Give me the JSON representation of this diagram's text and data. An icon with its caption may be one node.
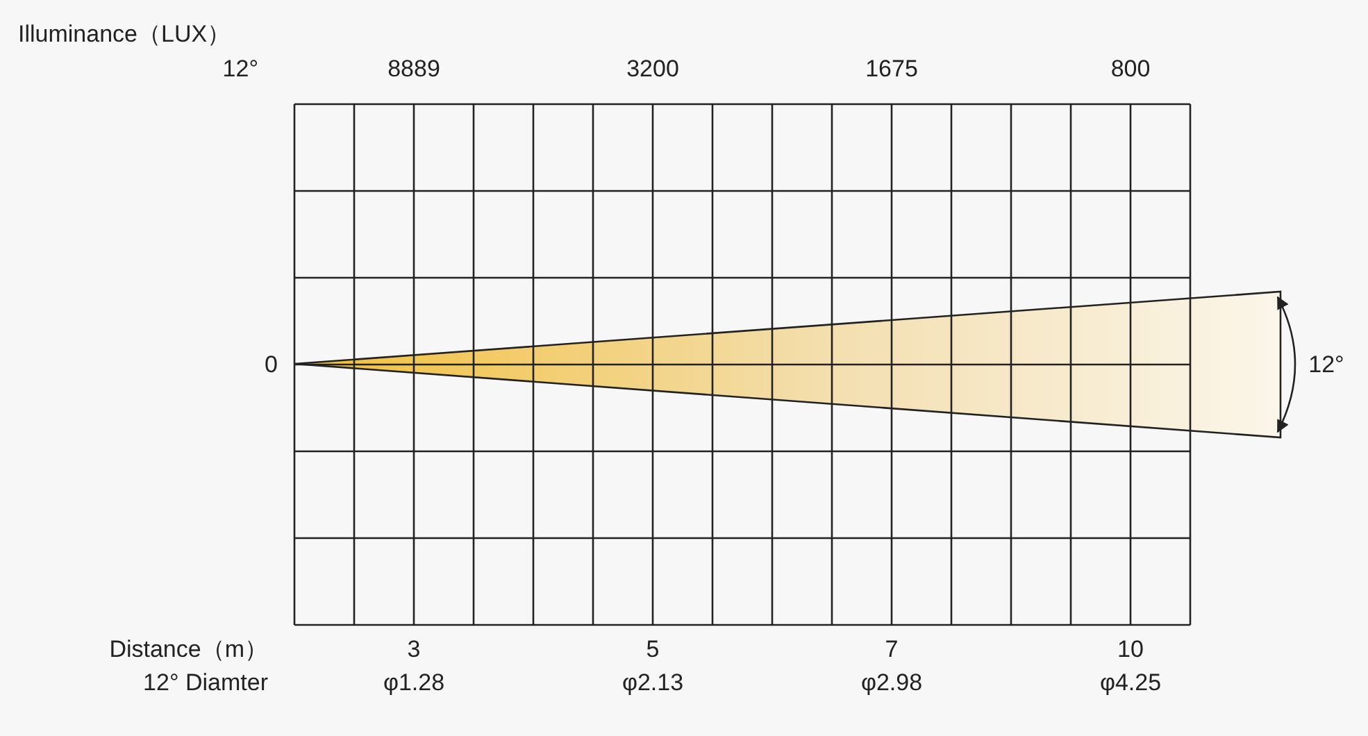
{
  "diagram": {
    "labels": [
      "Illuminance（LUX）",
      "12°",
      "8889",
      "3200",
      "1675",
      "800",
      "0",
      "12°",
      "Distance（m）",
      "3",
      "5",
      "7",
      "10",
      "12° Diamter",
      "φ1.28",
      "φ2.13",
      "φ2.98",
      "φ4.25"
    ]
  }
}
